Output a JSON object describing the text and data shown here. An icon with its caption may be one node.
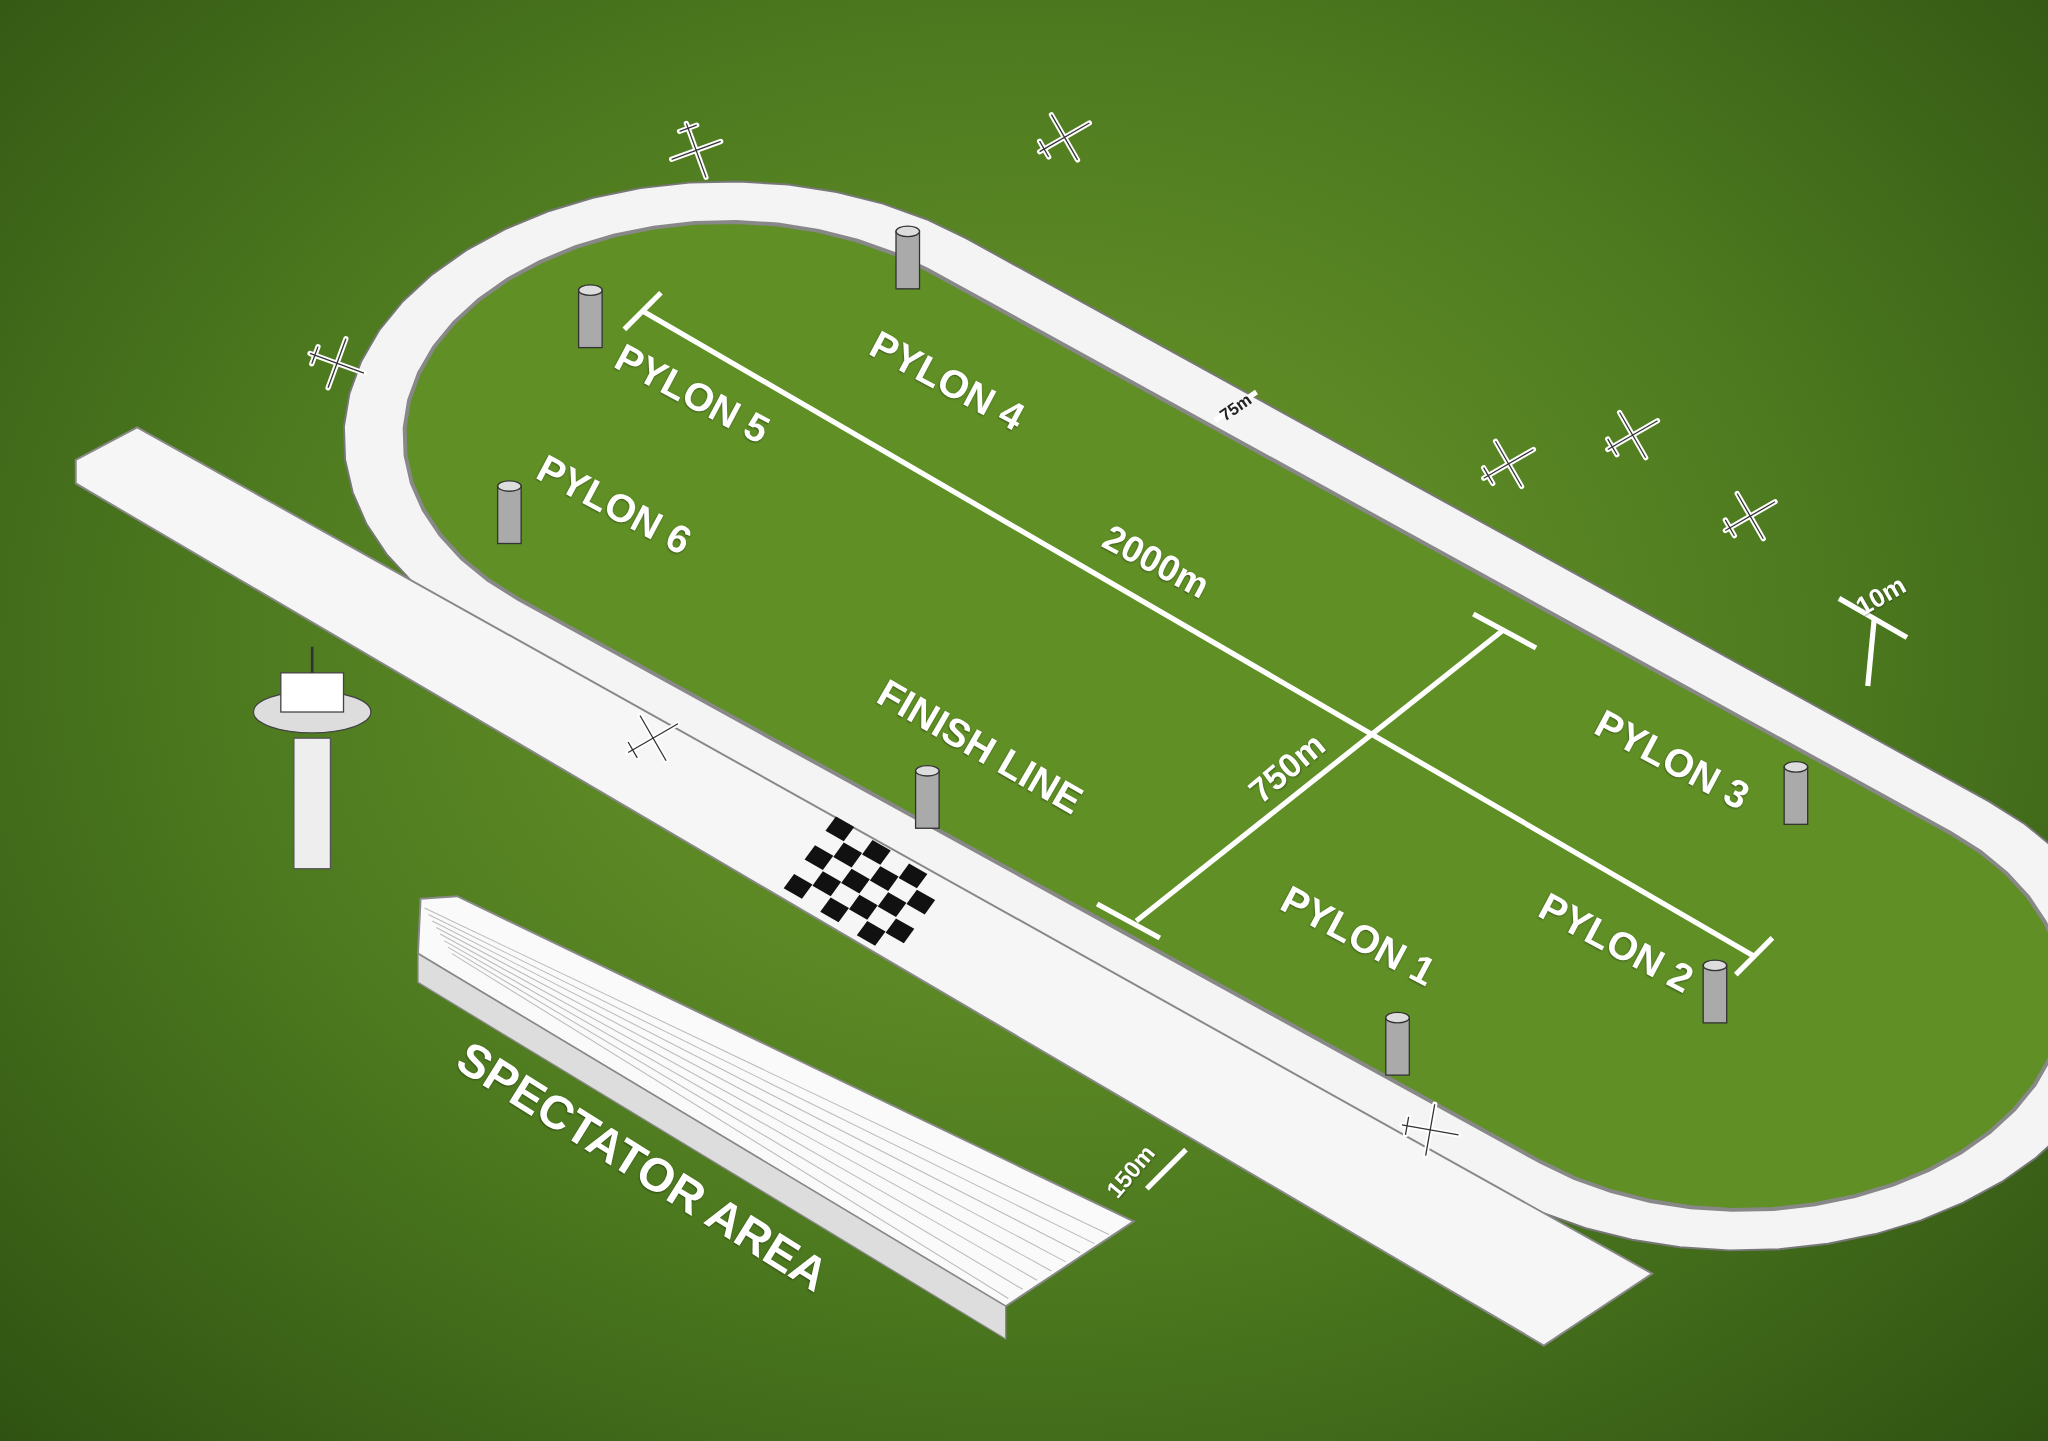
{
  "diagram": {
    "labels": [
      "PYLON 4",
      "75m",
      "PYLON 5",
      "PYLON 6",
      "2000m",
      "10m",
      "FINISH LINE",
      "750m",
      "PYLON 3",
      "PYLON 1",
      "PYLON 2",
      "SPECTATOR AREA",
      "150m"
    ]
  }
}
